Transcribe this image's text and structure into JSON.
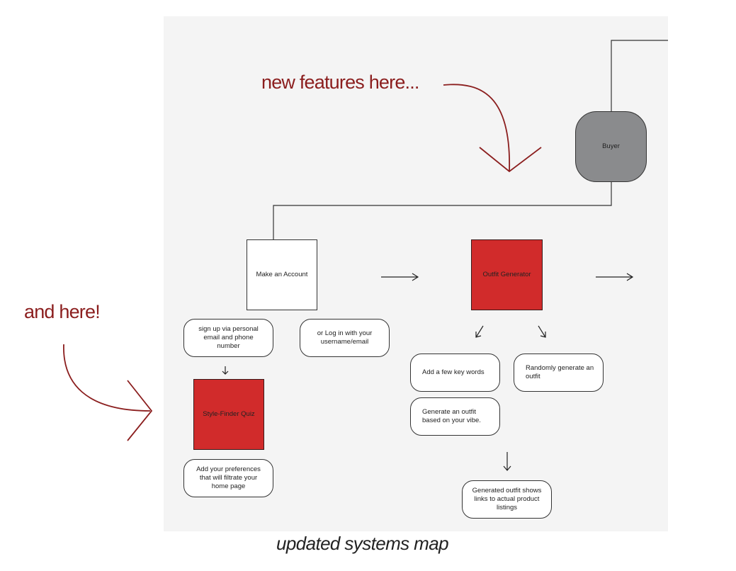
{
  "annotations": {
    "top": "new features here...",
    "left": "and here!"
  },
  "caption": "updated systems map",
  "nodes": {
    "buyer": "Buyer",
    "make_account": "Make an Account",
    "outfit_generator": "Outfit Generator",
    "style_quiz": "Style-Finder Quiz",
    "signup": "sign up via personal email and phone number",
    "login": "or Log in with your username/email",
    "preferences": "Add your preferences that will filtrate your home page",
    "keywords": "Add a few key words",
    "random": "Randomly generate an outfit",
    "vibe": "Generate an outfit based on your vibe.",
    "generated": "Generated outfit shows links to actual product listings"
  },
  "colors": {
    "accent_red": "#d12b2b",
    "annotation": "#8b1e1e",
    "buyer_gray": "#8a8b8d",
    "board": "#f4f4f4"
  }
}
